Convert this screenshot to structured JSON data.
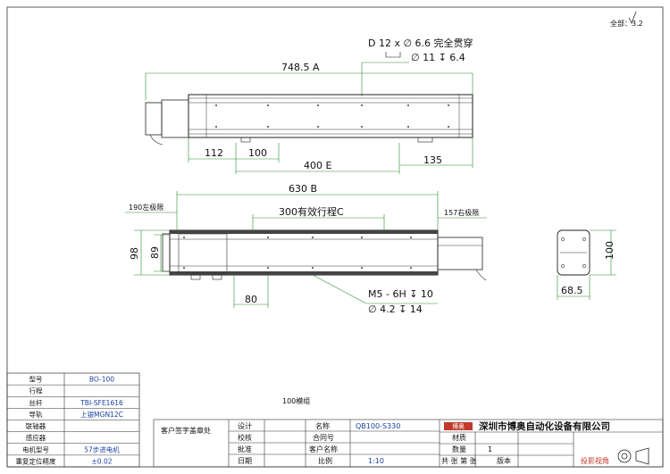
{
  "roughness": "全部：3.2",
  "notes": {
    "counterbore_line1": "D  12 x ∅ 6.6 完全贯穿",
    "counterbore_line2": "∅ 11 ↧ 6.4",
    "thread_line1": "M5 - 6H ↧ 10",
    "thread_line2": "∅ 4.2 ↧ 14"
  },
  "dimensions": {
    "overall_length": "748.5  A",
    "d_112": "112",
    "d_100": "100",
    "d_400": "400  E",
    "d_135": "135",
    "d_630": "630  B",
    "left_limit": "190左极限",
    "stroke": "300有效行程C",
    "right_limit": "157右极限",
    "d_98": "98",
    "d_89": "89",
    "d_80": "80",
    "side_100": "100",
    "side_68_5": "68.5"
  },
  "module_label": "100模组",
  "spec_table": [
    {
      "label": "型号",
      "value": "BO-100"
    },
    {
      "label": "行程",
      "value": ""
    },
    {
      "label": "丝杆",
      "value": "TBI-SFE1616"
    },
    {
      "label": "导轨",
      "value": "上银MGN12C"
    },
    {
      "label": "联轴器",
      "value": ""
    },
    {
      "label": "感应器",
      "value": ""
    },
    {
      "label": "电机型号",
      "value": "57步进电机"
    },
    {
      "label": "重复定位精度",
      "value": "±0.02"
    }
  ],
  "title_block": {
    "customer_sign": "客户签字盖章处",
    "design": "设计",
    "check": "校核",
    "approve": "批准",
    "date": "日期",
    "name_label": "名称",
    "name_value": "QB100-S330",
    "contract_label": "合同号",
    "customer_label": "客户名称",
    "scale_label": "比例",
    "scale_value": "1:10",
    "sheets": "共  张  第  张",
    "logo_text": "博奥",
    "company": "深圳市博奥自动化设备有限公司",
    "material": "材质",
    "quantity_label": "数量",
    "quantity_value": "1",
    "version": "版本",
    "projection": "投影视角"
  }
}
